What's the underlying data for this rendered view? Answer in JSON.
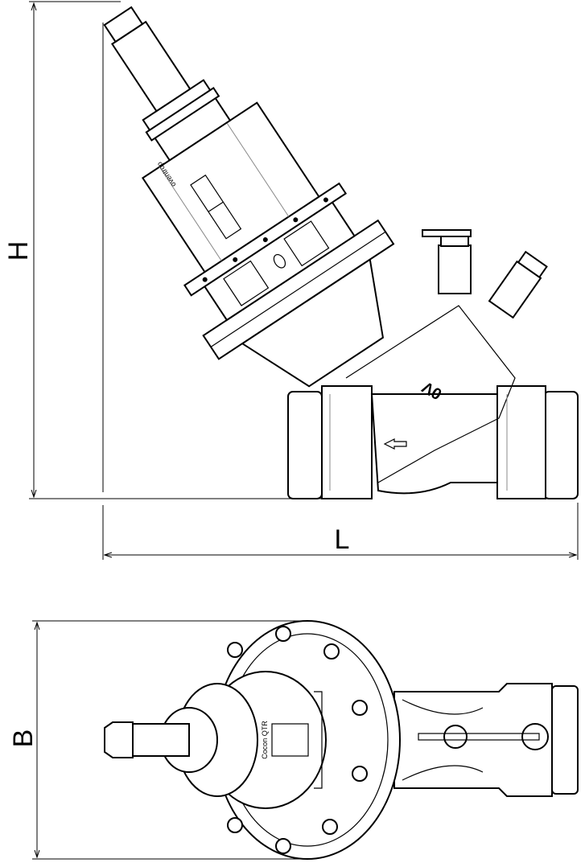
{
  "dimensions": {
    "height_label": "H",
    "length_label": "L",
    "width_label": "B"
  },
  "side_view": {
    "brand_text": "oventrop",
    "body_marking": "0V",
    "flow_arrow": "arrow-left-icon"
  },
  "top_view": {
    "dial_text": "Cocon QTR"
  }
}
